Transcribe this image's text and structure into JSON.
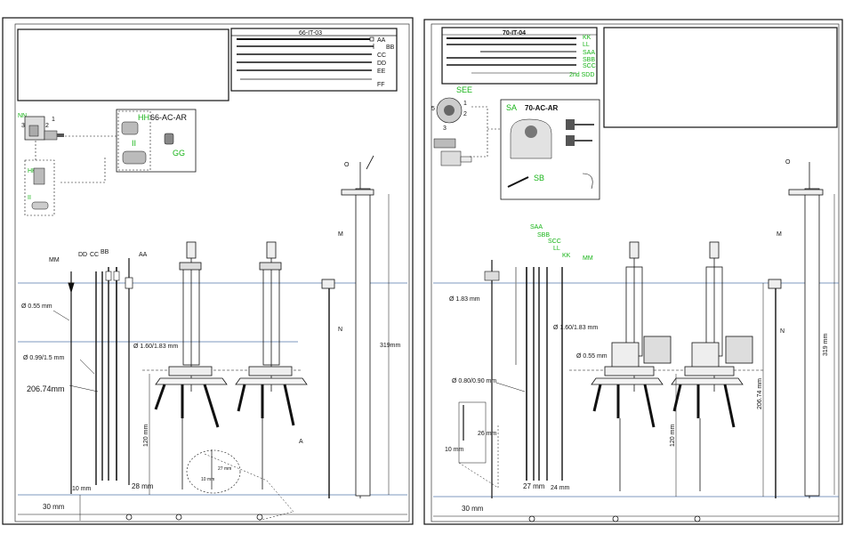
{
  "colors": {
    "accent_green": "#18b418",
    "guide_blue": "#5577aa",
    "line": "#111111"
  },
  "left": {
    "table_title": "66-IT-03",
    "table_rows": [
      "AA",
      "BB",
      "CC",
      "DD",
      "EE",
      "FF"
    ],
    "kit_title": "66-AC-AR",
    "kit_codes": [
      "HH",
      "II",
      "GG"
    ],
    "detail_codes": [
      "NN",
      "HH",
      "II"
    ],
    "detail_nums": [
      "1",
      "2",
      "3"
    ],
    "tip_labels": [
      "MM",
      "DD",
      "CC",
      "BB",
      "AA"
    ],
    "diam_055": "Ø 0.55 mm",
    "diam_099": "Ø 0.99/1.5 mm",
    "diam_160": "Ø 1.60/1.83 mm",
    "length": "206.74mm",
    "dim_10": "10 mm",
    "dim_28": "28 mm",
    "dim_30": "30 mm",
    "dim_120": "120 mm",
    "dim_319": "319mm",
    "zoom_27": "27 mm",
    "zoom_10": "10 mm",
    "callouts": [
      "O",
      "M",
      "N",
      "A"
    ]
  },
  "right": {
    "table_title": "70-IT-04",
    "table_rows": [
      "KK",
      "LL",
      "SAA",
      "SBB",
      "SCC",
      "2nd SDD"
    ],
    "kit_title": "70-AC-AR",
    "kit_codes": [
      "SA",
      "SB"
    ],
    "detail_code": "SEE",
    "detail_nums": [
      "1",
      "2",
      "3",
      "5"
    ],
    "tip_labels": [
      "SAA",
      "SBB",
      "SCC",
      "LL",
      "KK",
      "MM"
    ],
    "diam_183": "Ø 1.83 mm",
    "diam_160": "Ø 1.60/1.83 mm",
    "diam_055": "Ø 0.55 mm",
    "diam_080": "Ø 0.80/0.90 mm",
    "dim_26": "26 mm",
    "dim_10": "10 mm",
    "dim_27": "27 mm",
    "dim_24": "24 mm",
    "dim_30": "30 mm",
    "dim_120": "120 mm",
    "dim_206": "206.74 mm",
    "dim_319": "319 mm",
    "callouts": [
      "O",
      "M",
      "N"
    ]
  }
}
